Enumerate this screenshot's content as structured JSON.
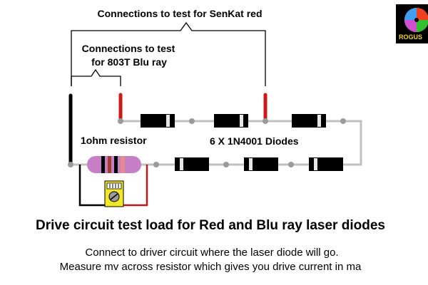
{
  "labels": {
    "senkat_bracket": "Connections to test for SenKat red",
    "bluray_bracket_line1": "Connections to test",
    "bluray_bracket_line2": "for 803T Blu ray",
    "resistor": "1ohm resistor",
    "diodes": "6 X 1N4001 Diodes"
  },
  "title": "Drive circuit test load for Red and Blu ray laser diodes",
  "instructions": [
    "Connect to driver circuit where the laser diode will go.",
    "Measure mv across resistor which gives you drive current in ma"
  ],
  "logo": {
    "text": "ROGUS",
    "name": "rogus-logo"
  },
  "components": {
    "resistor": {
      "value_ohms": 1,
      "bands": [
        "#8b2a1a",
        "#a0412d",
        "#8b2a1a",
        "#e88a8a"
      ]
    },
    "diodes": {
      "count": 6,
      "part": "1N4001"
    }
  },
  "colors": {
    "wire": "#c0c0c0",
    "probe_red": "#d01818",
    "probe_black": "#000000",
    "diode_body": "#000000",
    "diode_band": "#e6e6e6",
    "resistor_body": "#c67fc6",
    "meter_body": "#f2e82a"
  }
}
